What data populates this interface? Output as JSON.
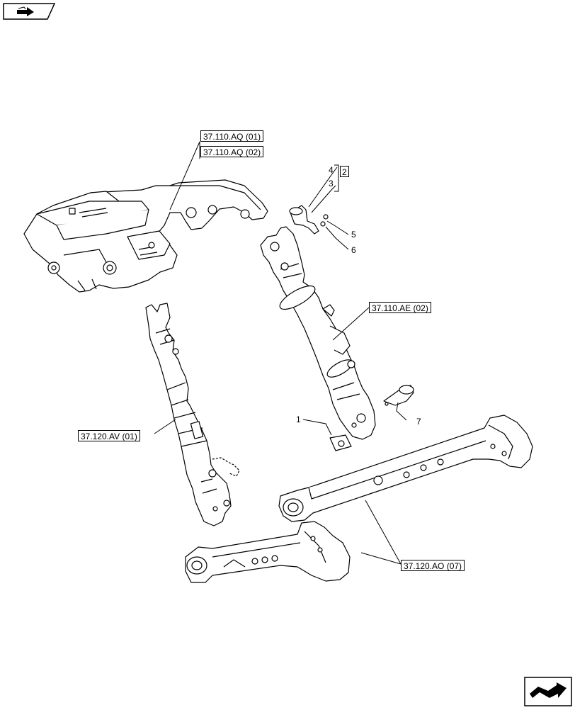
{
  "references": {
    "aq01": "37.110.AQ (01)",
    "aq02": "37.110.AQ (02)",
    "ae02": "37.110.AE (02)",
    "av01": "37.120.AV (01)",
    "ao07": "37.120.AO (07)"
  },
  "callouts": {
    "c1": "1",
    "c2": "2",
    "c3": "3",
    "c4": "4",
    "c5": "5",
    "c6": "6",
    "c7": "7"
  },
  "icons": {
    "top_left": "book-arrow-icon",
    "bottom_right": "next-page-arrow-icon"
  }
}
